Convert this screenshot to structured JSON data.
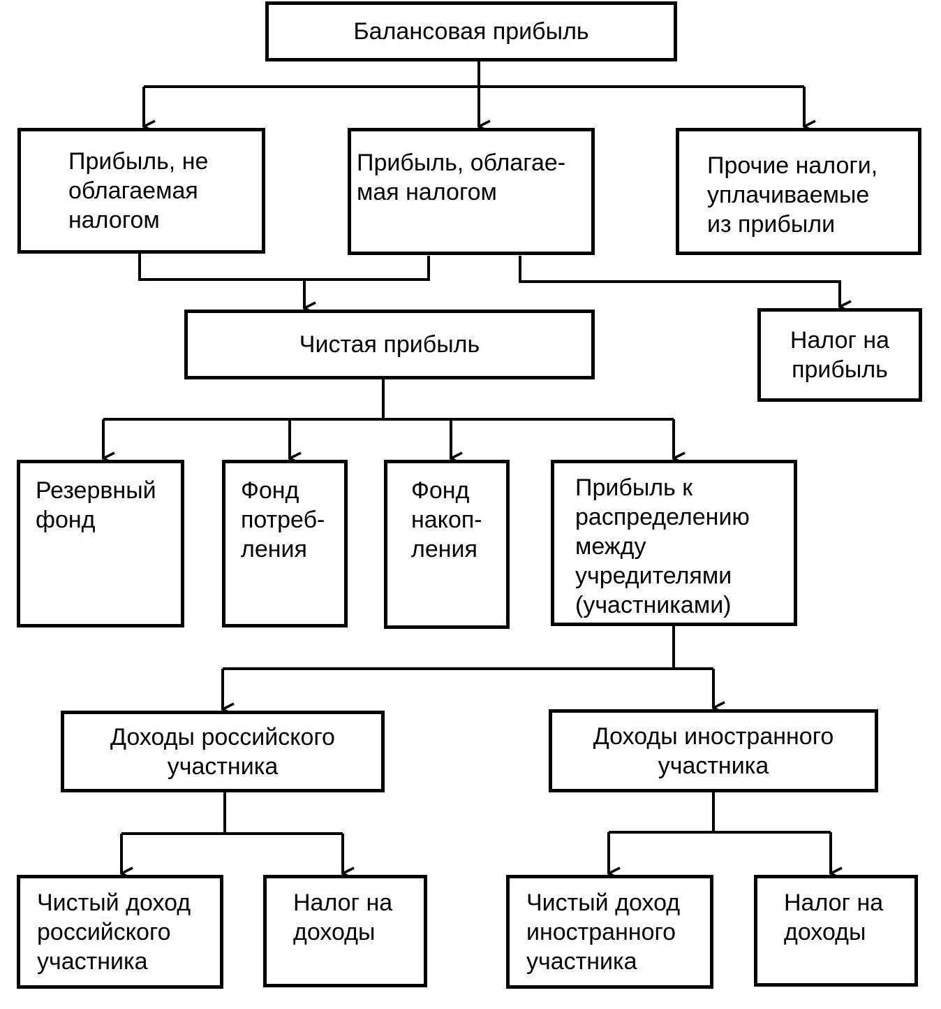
{
  "nodes": {
    "balance_profit": "Балансовая прибыль",
    "untaxed_profit": "Прибыль, не\nоблагаемая\nналогом",
    "taxed_profit": "Прибыль, облагае-\nмая налогом",
    "other_taxes": "Прочие налоги,\nуплачиваемые\nиз прибыли",
    "net_profit": "Чистая прибыль",
    "profit_tax": "Налог на\nприбыль",
    "reserve_fund": "Резервный\nфонд",
    "consumption_fund": "Фонд\nпотреб-\nления",
    "accumulation_fund": "Фонд\nнакоп-\nления",
    "distribution_profit": "Прибыль к\nраспределению\nмежду\nучредителями\n(участниками)",
    "russian_income": "Доходы российского\nучастника",
    "foreign_income": "Доходы иностранного\nучастника",
    "russian_net_income": "Чистый доход\nроссийского\nучастника",
    "russian_income_tax": "Налог на\nдоходы",
    "foreign_net_income": "Чистый доход\nиностранного\nучастника",
    "foreign_income_tax": "Налог на\nдоходы"
  }
}
